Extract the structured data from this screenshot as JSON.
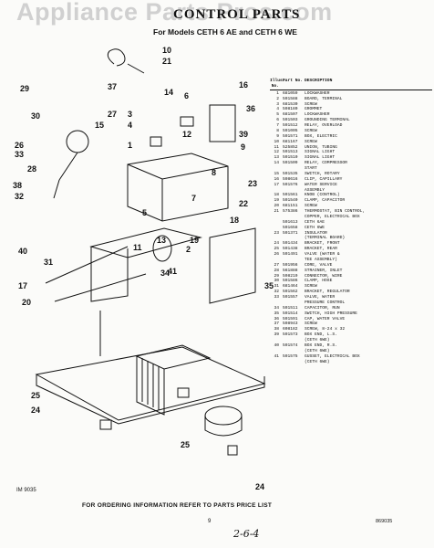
{
  "watermark": "Appliance Parts Pros.com",
  "title": "CONTROL PARTS",
  "subtitle": "For Models CETH 6 AE and CETH 6 WE",
  "legend_headers": {
    "illus_no": "Illus. No.",
    "part_no": "Part No.",
    "description": "DESCRIPTION"
  },
  "parts": [
    {
      "no": "1",
      "part": "681059",
      "desc": "LOCKWASHER"
    },
    {
      "no": "2",
      "part": "591588",
      "desc": "BOARD, TERMINAL"
    },
    {
      "no": "3",
      "part": "681530",
      "desc": "SCREW"
    },
    {
      "no": "4",
      "part": "598180",
      "desc": "GROMMET"
    },
    {
      "no": "5",
      "part": "681507",
      "desc": "LOCKWASHER"
    },
    {
      "no": "6",
      "part": "591503",
      "desc": "GROUNDING TERMINAL"
    },
    {
      "no": "7",
      "part": "591512",
      "desc": "RELAY, OVERLOAD"
    },
    {
      "no": "8",
      "part": "591005",
      "desc": "SCREW"
    },
    {
      "no": "9",
      "part": "591571",
      "desc": "BOX, ELECTRIC"
    },
    {
      "no": "10",
      "part": "681167",
      "desc": "SCREW"
    },
    {
      "no": "11",
      "part": "525852",
      "desc": "UNION, TUBING"
    },
    {
      "no": "12",
      "part": "591513",
      "desc": "SIGNAL LIGHT"
    },
    {
      "no": "13",
      "part": "591510",
      "desc": "SIGNAL LIGHT"
    },
    {
      "no": "14",
      "part": "591509",
      "desc": "RELAY, COMPRESSOR\nSTART"
    },
    {
      "no": "15",
      "part": "591535",
      "desc": "SWITCH, ROTARY"
    },
    {
      "no": "16",
      "part": "598616",
      "desc": "CLIP, CAPILLARY"
    },
    {
      "no": "17",
      "part": "591576",
      "desc": "WATER SERVICE\nASSEMBLY"
    },
    {
      "no": "18",
      "part": "591561",
      "desc": "KNOB (CONTROL)"
    },
    {
      "no": "19",
      "part": "591540",
      "desc": "CLAMP, CAPACITOR"
    },
    {
      "no": "20",
      "part": "681151",
      "desc": "SCREW"
    },
    {
      "no": "21",
      "part": "575386",
      "desc": "THERMOSTAT, BIN CONTROL,\nCOPPER, ELECTRICAL BOX"
    },
    {
      "no": "",
      "part": "591613",
      "desc": "CETH 6AE"
    },
    {
      "no": "",
      "part": "591658",
      "desc": "CETH 6WE"
    },
    {
      "no": "23",
      "part": "591371",
      "desc": "INSULATOR\n(TERMINAL BOARD)"
    },
    {
      "no": "24",
      "part": "591434",
      "desc": "BRACKET, FRONT"
    },
    {
      "no": "25",
      "part": "591438",
      "desc": "BRACKET, REAR"
    },
    {
      "no": "26",
      "part": "591491",
      "desc": "VALVE (WATER &\nTEE ASSEMBLY)"
    },
    {
      "no": "27",
      "part": "591956",
      "desc": "CORE, VALVE"
    },
    {
      "no": "28",
      "part": "561888",
      "desc": "STRAINER, INLET"
    },
    {
      "no": "29",
      "part": "598219",
      "desc": "CONNECTOR, WIRE"
    },
    {
      "no": "30",
      "part": "591586",
      "desc": "CLAMP, HOSE"
    },
    {
      "no": "31",
      "part": "681464",
      "desc": "SCREW"
    },
    {
      "no": "32",
      "part": "591562",
      "desc": "BRACKET, REGULATOR"
    },
    {
      "no": "33",
      "part": "591557",
      "desc": "VALVE, WATER\nPRESSURE CONTROL"
    },
    {
      "no": "34",
      "part": "591511",
      "desc": "CAPACITOR, RUN"
    },
    {
      "no": "35",
      "part": "591514",
      "desc": "SWITCH, HIGH PRESSURE"
    },
    {
      "no": "36",
      "part": "591591",
      "desc": "CAP, WATER VALVE"
    },
    {
      "no": "37",
      "part": "598943",
      "desc": "SCREW"
    },
    {
      "no": "38",
      "part": "608182",
      "desc": "SCREW, 8-24 x 32"
    },
    {
      "no": "39",
      "part": "591573",
      "desc": "BOX END, L.S.\n(CETH 6WE)"
    },
    {
      "no": "40",
      "part": "591574",
      "desc": "BOX END, R.S.\n(CETH 6WE)"
    },
    {
      "no": "41",
      "part": "591575",
      "desc": "GUSSET, ELECTRICAL BOX\n(CETH 6WE)"
    }
  ],
  "callouts": [
    "10",
    "21",
    "16",
    "29",
    "30",
    "37",
    "14",
    "6",
    "36",
    "27",
    "15",
    "3",
    "4",
    "12",
    "39",
    "26",
    "1",
    "33",
    "9",
    "28",
    "38",
    "8",
    "32",
    "23",
    "7",
    "5",
    "22",
    "18",
    "40",
    "19",
    "13",
    "2",
    "11",
    "34",
    "41",
    "31",
    "17",
    "20",
    "35",
    "25",
    "24",
    "25",
    "24"
  ],
  "image_code": "IM 9035",
  "footer_note": "FOR ORDERING INFORMATION REFER TO PARTS PRICE LIST",
  "page_number": "9",
  "doc_code": "869035",
  "handwritten_mark": "2-6-4"
}
